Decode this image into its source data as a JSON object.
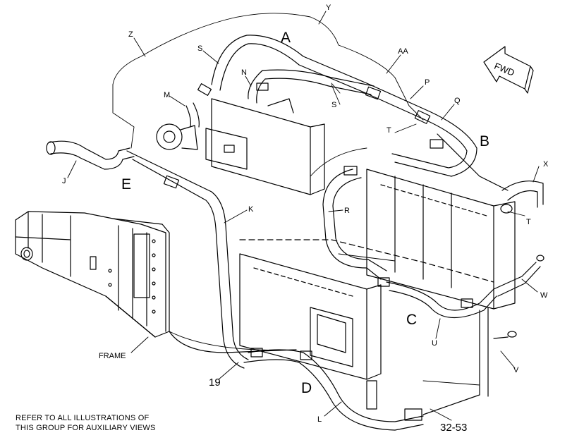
{
  "callouts": {
    "A": "A",
    "B": "B",
    "C": "C",
    "D": "D",
    "E": "E",
    "J": "J",
    "K": "K",
    "L": "L",
    "M": "M",
    "N": "N",
    "P": "P",
    "Q": "Q",
    "R": "R",
    "S": "S",
    "T": "T",
    "U": "U",
    "V": "V",
    "W": "W",
    "X": "X",
    "Y": "Y",
    "Z": "Z",
    "AA": "AA"
  },
  "frame_label": "FRAME",
  "item_number": "19",
  "fwd_label": "FWD",
  "note_line1": "REFER TO ALL ILLUSTRATIONS OF",
  "note_line2": "THIS GROUP FOR AUXILIARY VIEWS",
  "page_ref": "32-53"
}
